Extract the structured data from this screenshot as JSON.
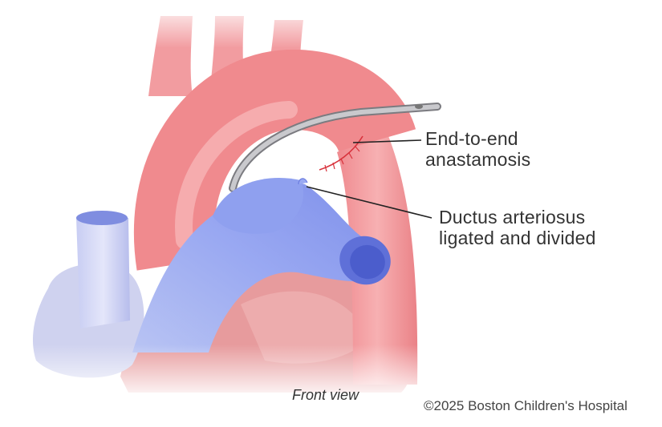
{
  "labels": {
    "anastomosis": {
      "line1": "End-to-end",
      "line2": "anastamosis"
    },
    "ductus": {
      "line1": "Ductus arteriosus",
      "line2": "ligated and divided"
    }
  },
  "caption": "Front view",
  "copyright": "©2025 Boston Children's Hospital",
  "colors": {
    "aorta": "#f08a8e",
    "pulmonary_artery": "#8e9ff0",
    "heart": "#e99a9c",
    "clamp": "#a9a9ad",
    "suture": "#d8323c"
  }
}
